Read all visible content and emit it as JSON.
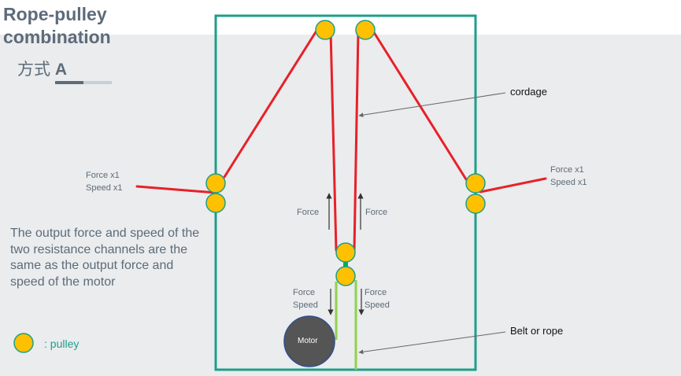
{
  "header": {
    "title": "Rope-pulley combination",
    "subtitle_cn": "方式",
    "subtitle_letter": "A"
  },
  "description": "The output force and speed of the two resistance channels are the same as the output force and speed of the motor",
  "legend": {
    "label": ": pulley"
  },
  "labels": {
    "left_force": "Force x1",
    "left_speed": "Speed x1",
    "right_force": "Force x1",
    "right_speed": "Speed x1",
    "force_left_arrow": "Force",
    "force_right_arrow": "Force",
    "belt_left_force": "Force",
    "belt_left_speed": "Speed",
    "belt_right_force": "Force",
    "belt_right_speed": "Speed",
    "motor": "Motor",
    "cordage": "cordage",
    "belt_or_rope": "Belt or rope"
  },
  "colors": {
    "frame": "#1f9e8a",
    "rope": "#e8202a",
    "belt": "#92d050",
    "pulley": "#ffc000",
    "pulley_stroke": "#1f9e8a",
    "motor": "#555555",
    "motor_stroke": "#2f4f8f",
    "coupler": "#00b050",
    "text": "#5d6b7a"
  }
}
